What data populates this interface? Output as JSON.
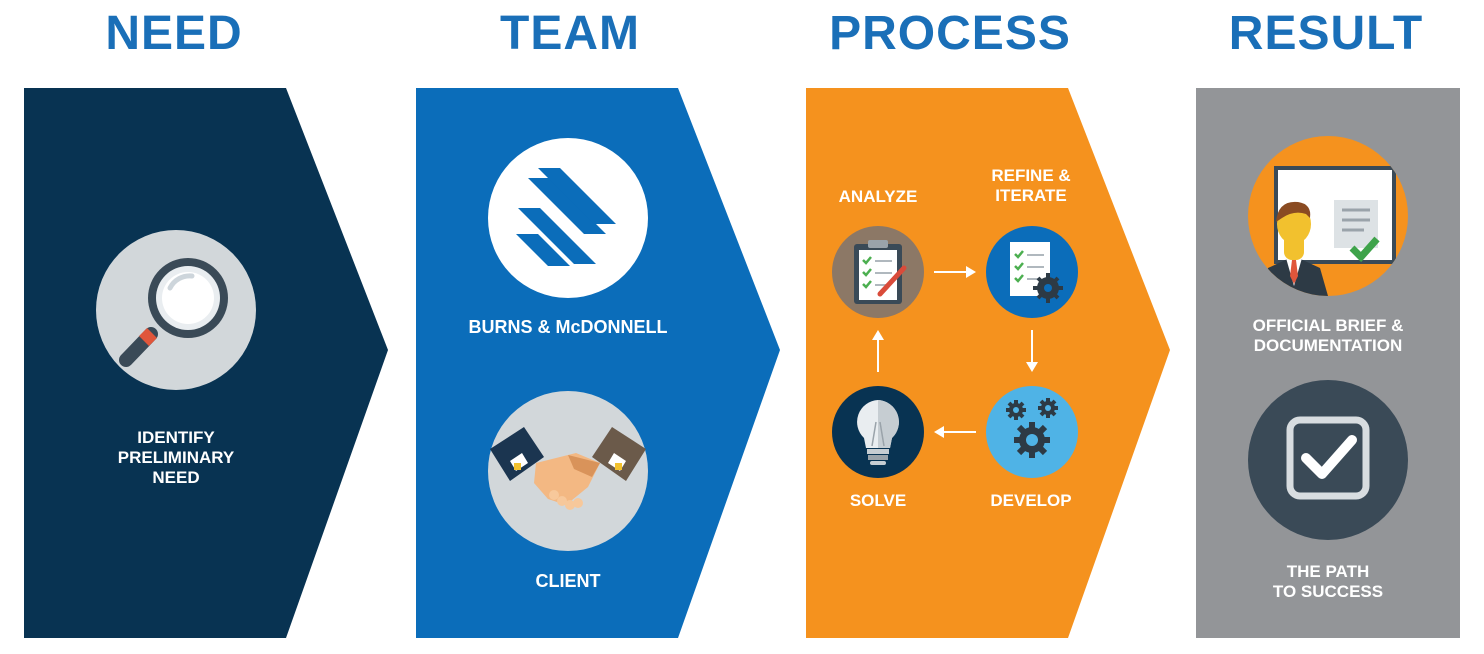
{
  "headings": {
    "need": "NEED",
    "team": "TEAM",
    "process": "PROCESS",
    "result": "RESULT"
  },
  "need": {
    "label_lines": [
      "IDENTIFY",
      "PRELIMINARY",
      "NEED"
    ],
    "icon": "magnifying-glass-icon"
  },
  "team": {
    "firm_label": "BURNS & McDONNELL",
    "client_label": "CLIENT",
    "firm_icon": "burns-mcdonnell-logo",
    "client_icon": "handshake-icon"
  },
  "process": {
    "steps": {
      "analyze": "ANALYZE",
      "refine_line1": "REFINE &",
      "refine_line2": "ITERATE",
      "develop": "DEVELOP",
      "solve": "SOLVE"
    },
    "icons": [
      "clipboard-checklist-icon",
      "document-gear-icon",
      "gears-icon",
      "lightbulb-icon"
    ]
  },
  "result": {
    "brief_line1": "OFFICIAL BRIEF &",
    "brief_line2": "DOCUMENTATION",
    "path_line1": "THE PATH",
    "path_line2": "TO SUCCESS",
    "icons": [
      "presenter-icon",
      "checkbox-icon"
    ]
  },
  "colors": {
    "heading": "#1a6fb8",
    "need": "#083352",
    "team": "#0b6dba",
    "process": "#f5921e",
    "result": "#939598"
  }
}
